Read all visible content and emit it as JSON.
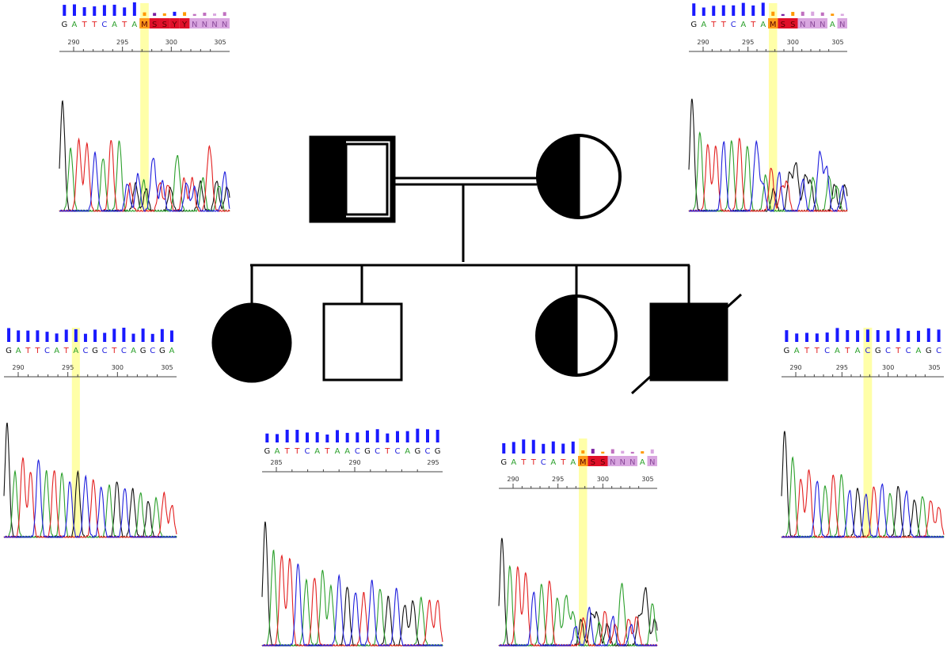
{
  "colors": {
    "A": "#2ca02c",
    "C": "#1f1fdd",
    "G": "#111111",
    "T": "#e32020",
    "highlight": "#ffff99",
    "quality": "#1a1aff",
    "lowq_orange": "#ff9900",
    "lowq_purple": "#7a1fa2",
    "ambig_orange": "#ff9a1a",
    "ambig_red": "#e0102a",
    "ambig_pink": "#d9a6e0",
    "pedigree": "#000000"
  },
  "pedigree": {
    "father": {
      "sex": "male",
      "status": "carrier"
    },
    "mother": {
      "sex": "female",
      "status": "carrier"
    },
    "consanguineous": true,
    "children": [
      {
        "sex": "female",
        "status": "affected"
      },
      {
        "sex": "male",
        "status": "unaffected"
      },
      {
        "sex": "female",
        "status": "carrier"
      },
      {
        "sex": "male",
        "status": "affected",
        "deceased": true
      }
    ]
  },
  "chromatograms": [
    {
      "id": "father",
      "bases": [
        "G",
        "A",
        "T",
        "T",
        "C",
        "A",
        "T",
        "A",
        "M",
        "S",
        "S",
        "Y",
        "Y",
        "N",
        "N",
        "N",
        "N"
      ],
      "ticks": [
        "290",
        "295",
        "300",
        "305"
      ],
      "highlight_index": 8,
      "clean_until": 8
    },
    {
      "id": "mother",
      "bases": [
        "G",
        "A",
        "T",
        "T",
        "C",
        "A",
        "T",
        "A",
        "M",
        "S",
        "S",
        "N",
        "N",
        "N",
        "A",
        "N"
      ],
      "ticks": [
        "290",
        "295",
        "300",
        "305"
      ],
      "highlight_index": 8,
      "clean_until": 8
    },
    {
      "id": "child-1",
      "bases": [
        "G",
        "A",
        "T",
        "T",
        "C",
        "A",
        "T",
        "A",
        "C",
        "G",
        "C",
        "T",
        "C",
        "A",
        "G",
        "C",
        "G",
        "A"
      ],
      "ticks": [
        "290",
        "295",
        "300",
        "305"
      ],
      "highlight_index": 7,
      "clean_until": 99
    },
    {
      "id": "child-2",
      "bases": [
        "G",
        "A",
        "T",
        "T",
        "C",
        "A",
        "T",
        "A",
        "A",
        "C",
        "G",
        "C",
        "T",
        "C",
        "A",
        "G",
        "C",
        "G"
      ],
      "ticks": [
        "285",
        "290",
        "295"
      ],
      "highlight_index": -1,
      "clean_until": 99
    },
    {
      "id": "child-3",
      "bases": [
        "G",
        "A",
        "T",
        "T",
        "C",
        "A",
        "T",
        "A",
        "M",
        "S",
        "S",
        "N",
        "N",
        "N",
        "A",
        "N"
      ],
      "ticks": [
        "290",
        "295",
        "300",
        "305"
      ],
      "highlight_index": 8,
      "clean_until": 8
    },
    {
      "id": "child-4",
      "bases": [
        "G",
        "A",
        "T",
        "T",
        "C",
        "A",
        "T",
        "A",
        "C",
        "G",
        "C",
        "T",
        "C",
        "A",
        "G",
        "C"
      ],
      "ticks": [
        "290",
        "295",
        "300",
        "305"
      ],
      "highlight_index": 8,
      "clean_until": 99
    }
  ]
}
